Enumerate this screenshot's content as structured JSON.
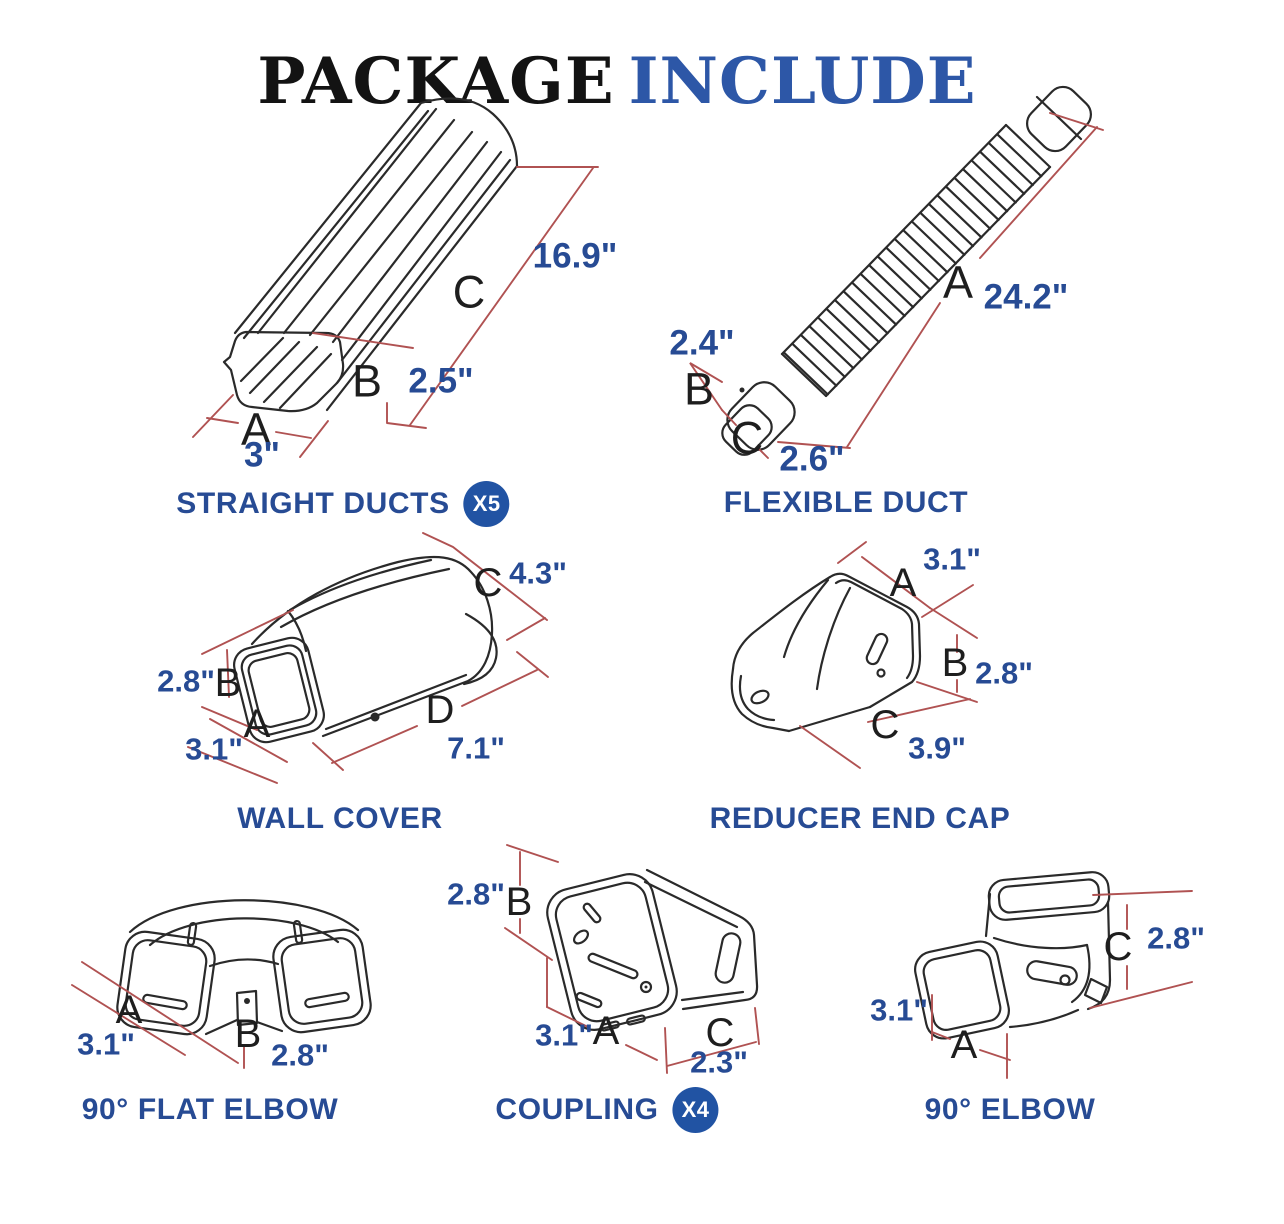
{
  "title": {
    "part1": "PACKAGE",
    "part2": "INCLUDE"
  },
  "colors": {
    "accent_blue_text": "#274b94",
    "title_blue": "#2d57a7",
    "title_black": "#131313",
    "badge_blue": "#2153a3",
    "dimension_line_red": "#b05252",
    "drawing_line": "#2a2a2a",
    "background": "#ffffff"
  },
  "items": [
    {
      "id": "straight-ducts",
      "caption": "STRAIGHT DUCTS",
      "badge": "X5",
      "dims": [
        {
          "letter": "A",
          "value": "3\""
        },
        {
          "letter": "B",
          "value": "2.5\""
        },
        {
          "letter": "C",
          "value": "16.9\""
        }
      ]
    },
    {
      "id": "flexible-duct",
      "caption": "FLEXIBLE DUCT",
      "dims": [
        {
          "letter": "A",
          "value": "24.2\""
        },
        {
          "letter": "B",
          "value": "2.4\""
        },
        {
          "letter": "C",
          "value": "2.6\""
        }
      ]
    },
    {
      "id": "wall-cover",
      "caption": "WALL COVER",
      "dims": [
        {
          "letter": "A",
          "value": "3.1\""
        },
        {
          "letter": "B",
          "value": "2.8\""
        },
        {
          "letter": "C",
          "value": "4.3\""
        },
        {
          "letter": "D",
          "value": "7.1\""
        }
      ]
    },
    {
      "id": "reducer-end-cap",
      "caption": "REDUCER END CAP",
      "dims": [
        {
          "letter": "A",
          "value": "3.1\""
        },
        {
          "letter": "B",
          "value": "2.8\""
        },
        {
          "letter": "C",
          "value": "3.9\""
        }
      ]
    },
    {
      "id": "flat-elbow-90",
      "caption": "90° FLAT ELBOW",
      "dims": [
        {
          "letter": "A",
          "value": "3.1\""
        },
        {
          "letter": "B",
          "value": "2.8\""
        }
      ]
    },
    {
      "id": "coupling",
      "caption": "COUPLING",
      "badge": "X4",
      "dims": [
        {
          "letter": "A",
          "value": "3.1\""
        },
        {
          "letter": "B",
          "value": "2.8\""
        },
        {
          "letter": "C",
          "value": "2.3\""
        }
      ]
    },
    {
      "id": "elbow-90",
      "caption": "90° ELBOW",
      "dims": [
        {
          "letter": "A",
          "value": "3.1\""
        },
        {
          "letter": "C",
          "value": "2.8\""
        }
      ]
    }
  ]
}
